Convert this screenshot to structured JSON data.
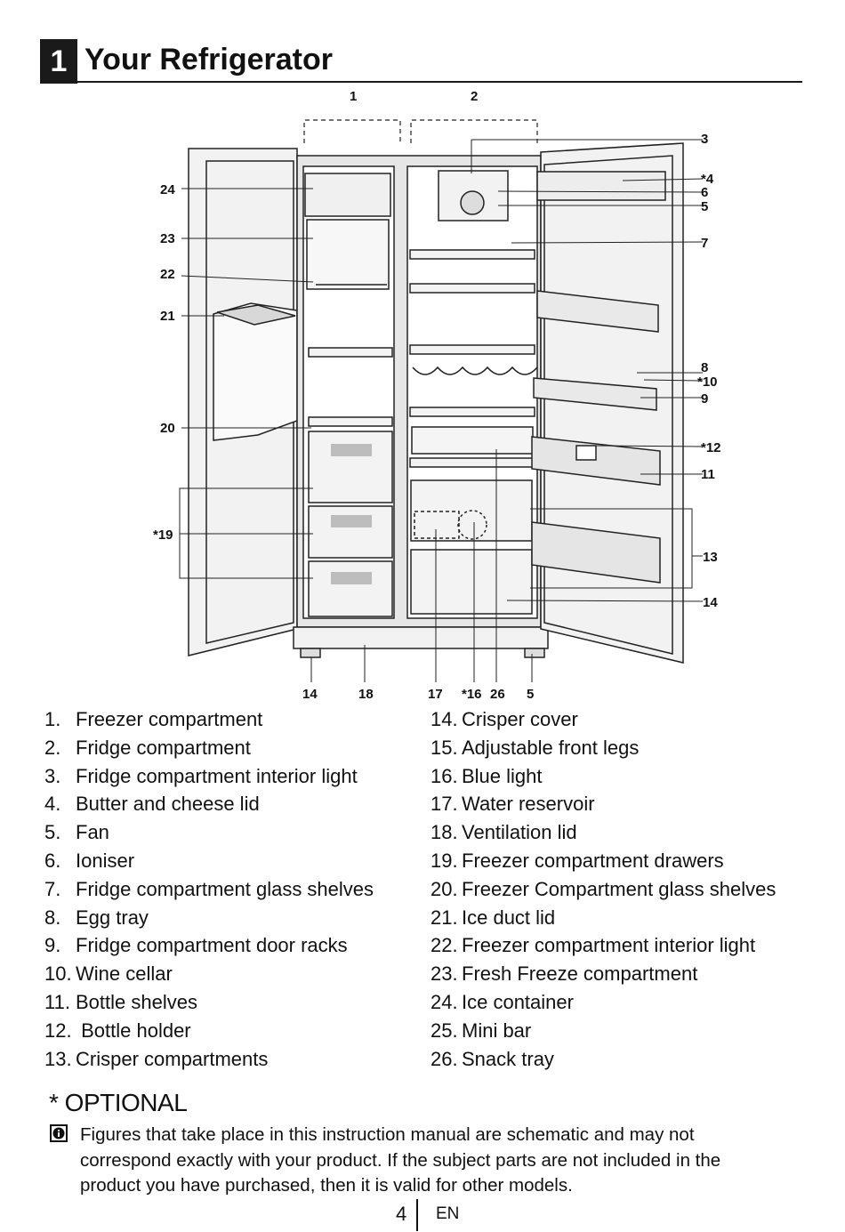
{
  "header": {
    "section_number": "1",
    "title": "Your Refrigerator"
  },
  "callouts": [
    "1",
    "2",
    "3",
    "*4",
    "6",
    "5",
    "7",
    "8",
    "*10",
    "9",
    "*12",
    "11",
    "13",
    "14",
    "24",
    "23",
    "22",
    "21",
    "20",
    "*19",
    "14",
    "18",
    "17",
    "*16",
    "26",
    "5"
  ],
  "parts_left": [
    {
      "num": "1.",
      "label": "Freezer compartment"
    },
    {
      "num": "2.",
      "label": "Fridge compartment"
    },
    {
      "num": "3.",
      "label": "Fridge compartment interior light"
    },
    {
      "num": "4.",
      "label": "Butter and cheese lid"
    },
    {
      "num": "5.",
      "label": "Fan"
    },
    {
      "num": "6.",
      "label": "Ioniser"
    },
    {
      "num": "7.",
      "label": "Fridge compartment glass shelves"
    },
    {
      "num": "8.",
      "label": "Egg tray"
    },
    {
      "num": "9.",
      "label": "Fridge compartment door racks"
    },
    {
      "num": "10.",
      "label": "Wine cellar"
    },
    {
      "num": "11.",
      "label": "Bottle shelves"
    },
    {
      "num": "12.",
      "label": " Bottle holder"
    },
    {
      "num": "13.",
      "label": "Crisper compartments"
    }
  ],
  "parts_right": [
    {
      "num": "14.",
      "label": "Crisper cover"
    },
    {
      "num": "15.",
      "label": "Adjustable front legs"
    },
    {
      "num": "16.",
      "label": "Blue light"
    },
    {
      "num": "17.",
      "label": "Water reservoir"
    },
    {
      "num": "18.",
      "label": "Ventilation lid"
    },
    {
      "num": "19.",
      "label": "Freezer compartment drawers"
    },
    {
      "num": "20.",
      "label": "Freezer Compartment glass shelves"
    },
    {
      "num": "21.",
      "label": "Ice duct lid"
    },
    {
      "num": "22.",
      "label": "Freezer compartment interior light"
    },
    {
      "num": "23.",
      "label": "Fresh Freeze compartment"
    },
    {
      "num": "24.",
      "label": "Ice container"
    },
    {
      "num": "25.",
      "label": "Mini bar"
    },
    {
      "num": "26.",
      "label": "Snack tray"
    }
  ],
  "optional_note": "* OPTIONAL",
  "info_note": "Figures that take place in this instruction manual are schematic and may not correspond exactly with your product. If the subject parts are not included in the product you have purchased, then it is valid for other models.",
  "footer": {
    "page": "4",
    "lang": "EN"
  }
}
